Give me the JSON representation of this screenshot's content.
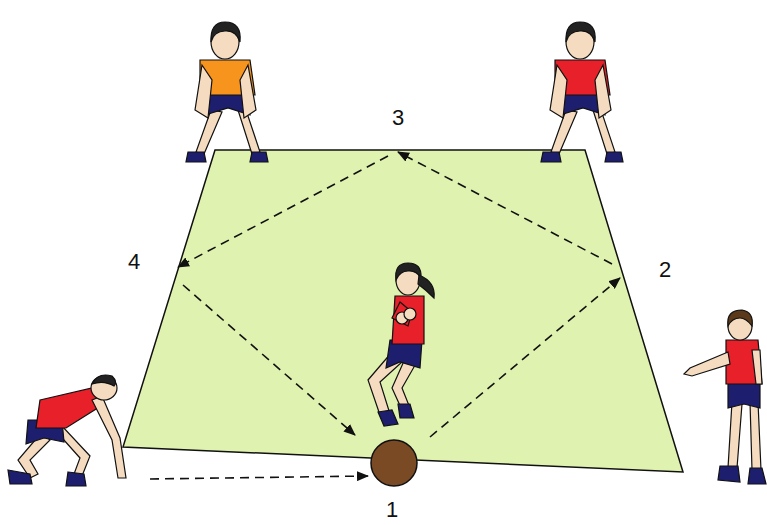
{
  "diagram": {
    "labels": [
      "3",
      "4",
      "2",
      "1"
    ]
  }
}
